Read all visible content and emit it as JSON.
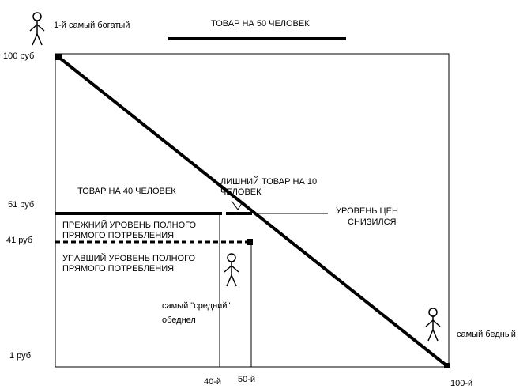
{
  "header": {
    "goods_50": "ТОВАР НА 50 ЧЕЛОВЕК"
  },
  "y_axis": {
    "price_100": "100 руб",
    "price_51": "51 руб",
    "price_41": "41 руб",
    "price_1": "1 руб"
  },
  "x_axis": {
    "rank_40": "40-й",
    "rank_50": "50-й",
    "rank_100": "100-й"
  },
  "labels": {
    "richest": "1-й самый богатый",
    "poorest": "самый бедный",
    "goods_40": "ТОВАР НА 40 ЧЕЛОВЕК",
    "surplus_line1": "ЛИШНИЙ ТОВАР НА 10",
    "surplus_line2": "ЧЕЛОВЕК",
    "price_drop_line1": "УРОВЕНЬ ЦЕН",
    "price_drop_line2": "СНИЗИЛСЯ",
    "old_level_line1": "ПРЕЖНИЙ УРОВЕНЬ ПОЛНОГО",
    "old_level_line2": "ПРЯМОГО  ПОТРЕБЛЕНИЯ",
    "new_level_line1": "УПАВШИЙ УРОВЕНЬ ПОЛНОГО",
    "new_level_line2": "ПРЯМОГО ПОТРЕБЛЕНИЯ",
    "average_line1": "самый \"средний\"",
    "average_line2": "обеднел"
  },
  "colors": {
    "ink": "#000000",
    "paper": "#ffffff"
  },
  "icons": [
    "stick-figure-icon"
  ]
}
